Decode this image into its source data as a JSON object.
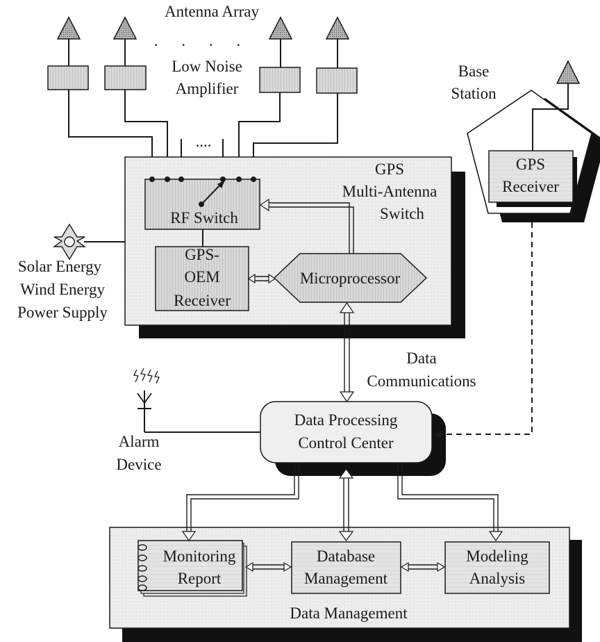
{
  "antenna_array": {
    "title": "Antenna Array",
    "dots": ". . . .",
    "lna_label_line1": "Low Noise",
    "lna_label_line2": "Amplifier",
    "input_dots": "....",
    "antenna_icon": "antenna-triangle-icon",
    "lna_icon": "amplifier-block-icon"
  },
  "base_station": {
    "label_line1": "Base",
    "label_line2": "Station",
    "receiver_line1": "GPS",
    "receiver_line2": "Receiver"
  },
  "gps_switch": {
    "title_line1": "GPS",
    "title_line2": "Multi-Antenna",
    "title_line3": "Switch",
    "rf_switch": "RF Switch",
    "oem_line1": "GPS-",
    "oem_line2": "OEM",
    "oem_line3": "Receiver",
    "microprocessor": "Microprocessor"
  },
  "power": {
    "line1": "Solar Energy",
    "line2": "Wind  Energy",
    "line3": "Power Supply",
    "icon": "sun-star-icon"
  },
  "data_communications": {
    "line1": "Data",
    "line2": "Communications"
  },
  "alarm": {
    "line1": "Alarm",
    "line2": "Device",
    "icon": "alarm-antenna-icon"
  },
  "control_center": {
    "line1": "Data Processing",
    "line2": "Control  Center"
  },
  "data_management": {
    "title": "Data Management",
    "monitoring_line1": "Monitoring",
    "monitoring_line2": "Report",
    "database_line1": "Database",
    "database_line2": "Management",
    "modeling_line1": "Modeling",
    "modeling_line2": "Analysis",
    "notebook_icon": "spiral-notebook-icon"
  },
  "colors": {
    "panel_fill": "#ececec",
    "box_fill": "#d4d4d4",
    "shadow": "#111111",
    "line": "#1a1a1a"
  }
}
